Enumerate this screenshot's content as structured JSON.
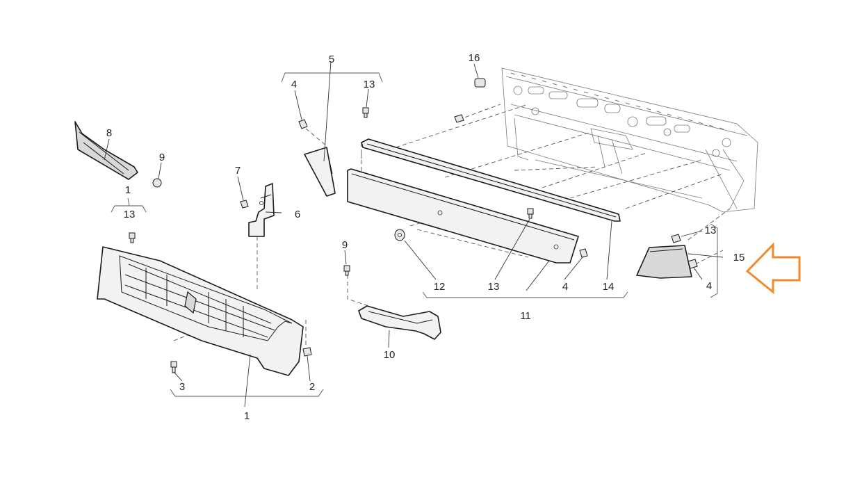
{
  "callouts": {
    "c16": "16",
    "c5": "5",
    "c4_top": "4",
    "c13_top": "13",
    "c8": "8",
    "c9_left": "9",
    "c1_left": "1",
    "c13_left": "13",
    "c7": "7",
    "c6": "6",
    "c9_mid": "9",
    "c12": "12",
    "c13_mid": "13",
    "c4_mid": "4",
    "c14": "14",
    "c11": "11",
    "c10": "10",
    "c13_right": "13",
    "c15": "15",
    "c4_right": "4",
    "c3": "3",
    "c2": "2",
    "c1_bottom": "1"
  },
  "highlight": {
    "arrow_color": "#F08A2C",
    "arrow_icon": "arrow-left-outline-icon"
  }
}
